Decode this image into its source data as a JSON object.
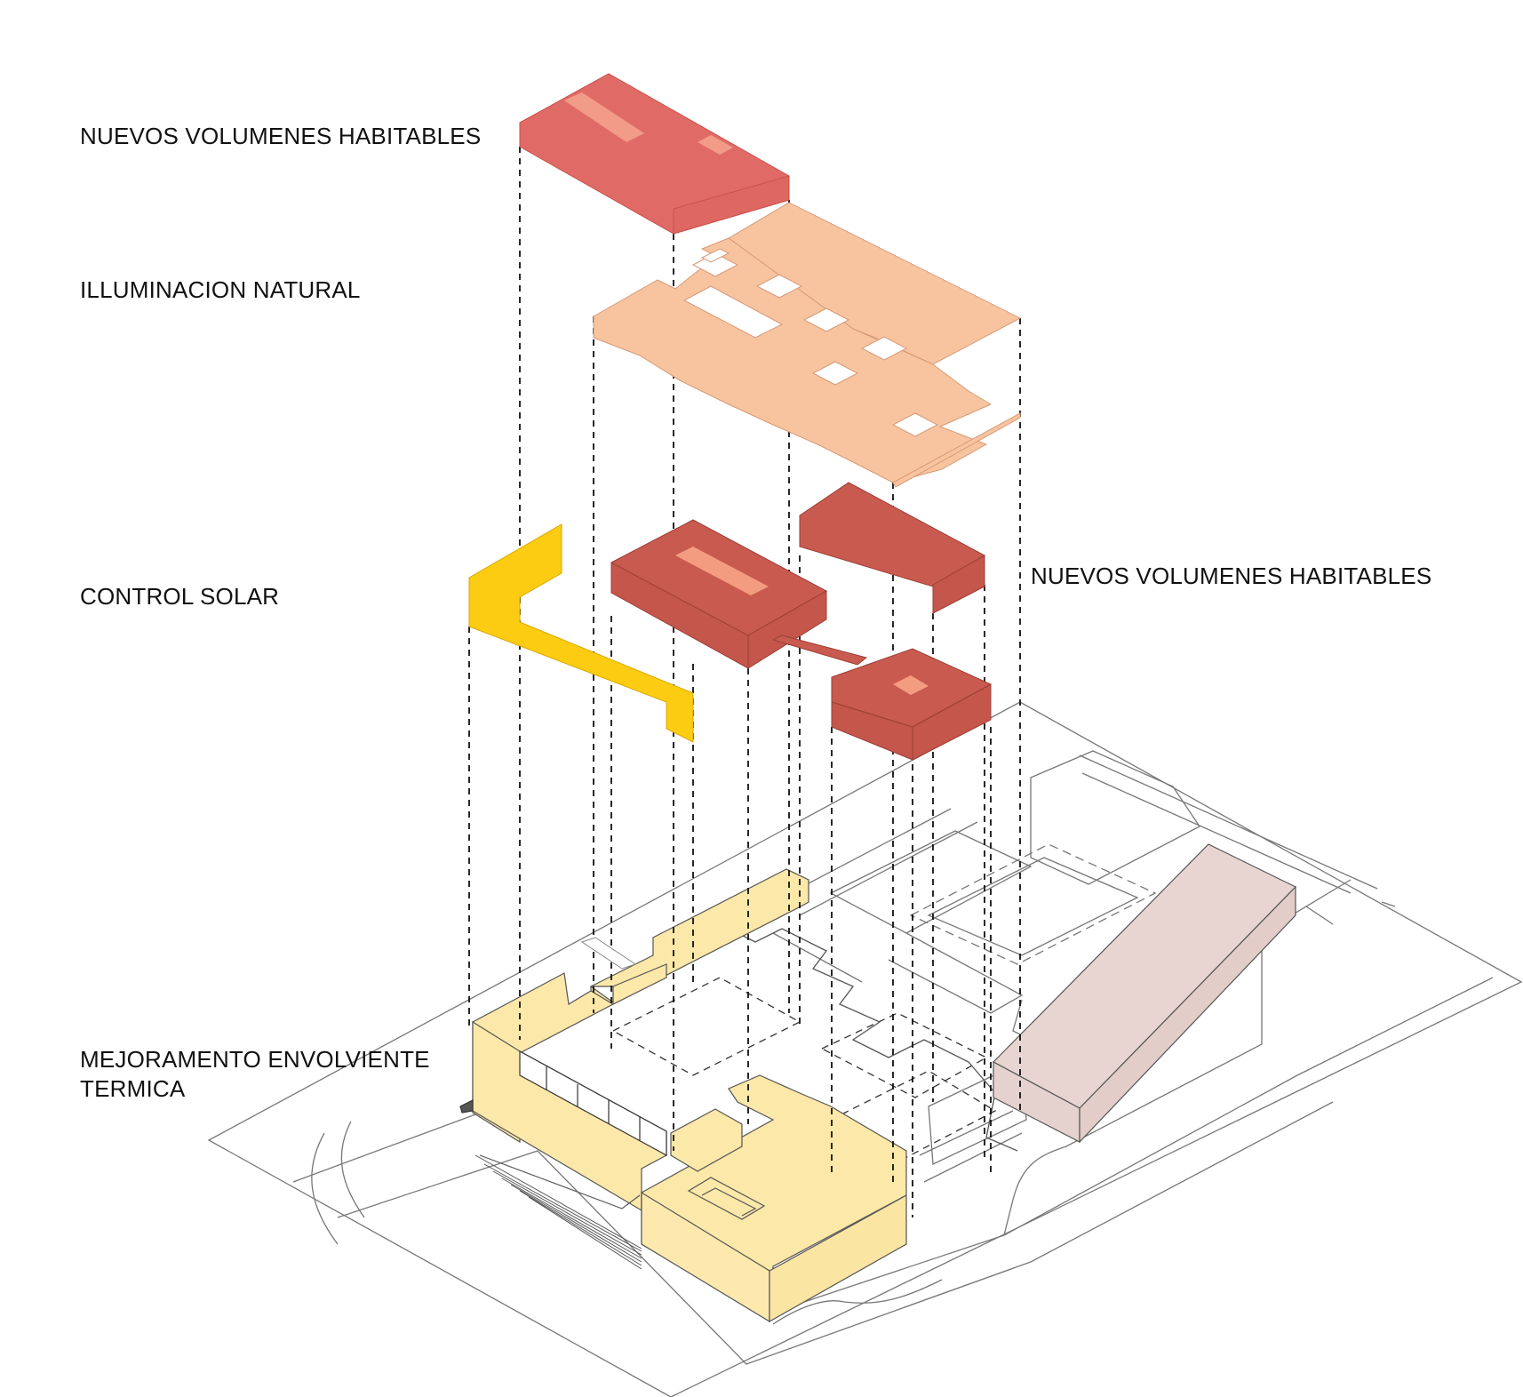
{
  "labels": {
    "top_volumes": "NUEVOS VOLUMENES HABITABLES",
    "natural_light": "ILLUMINACION NATURAL",
    "solar_control": "CONTROL SOLAR",
    "right_volumes": "NUEVOS VOLUMENES HABITABLES",
    "envelope_line1": "MEJORAMENTO ENVOLVIENTE",
    "envelope_line2": "TERMICA"
  },
  "colors": {
    "roof_volume": "#e06b66",
    "roof_skylight": "#f29b88",
    "daylight_panel": "#f8c4a0",
    "volume_dark": "#c95a4f",
    "volume_skylight": "#f49c80",
    "solar_control": "#fccc12",
    "envelope": "#fce8a8",
    "neighbor_block": "#e8d5d2",
    "site_lines": "#777777",
    "projection_lines": "#111111"
  }
}
